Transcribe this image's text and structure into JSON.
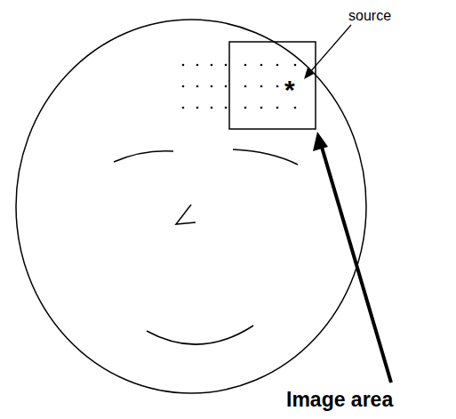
{
  "diagram": {
    "labels": [
      "source",
      "*",
      "Image area"
    ]
  }
}
